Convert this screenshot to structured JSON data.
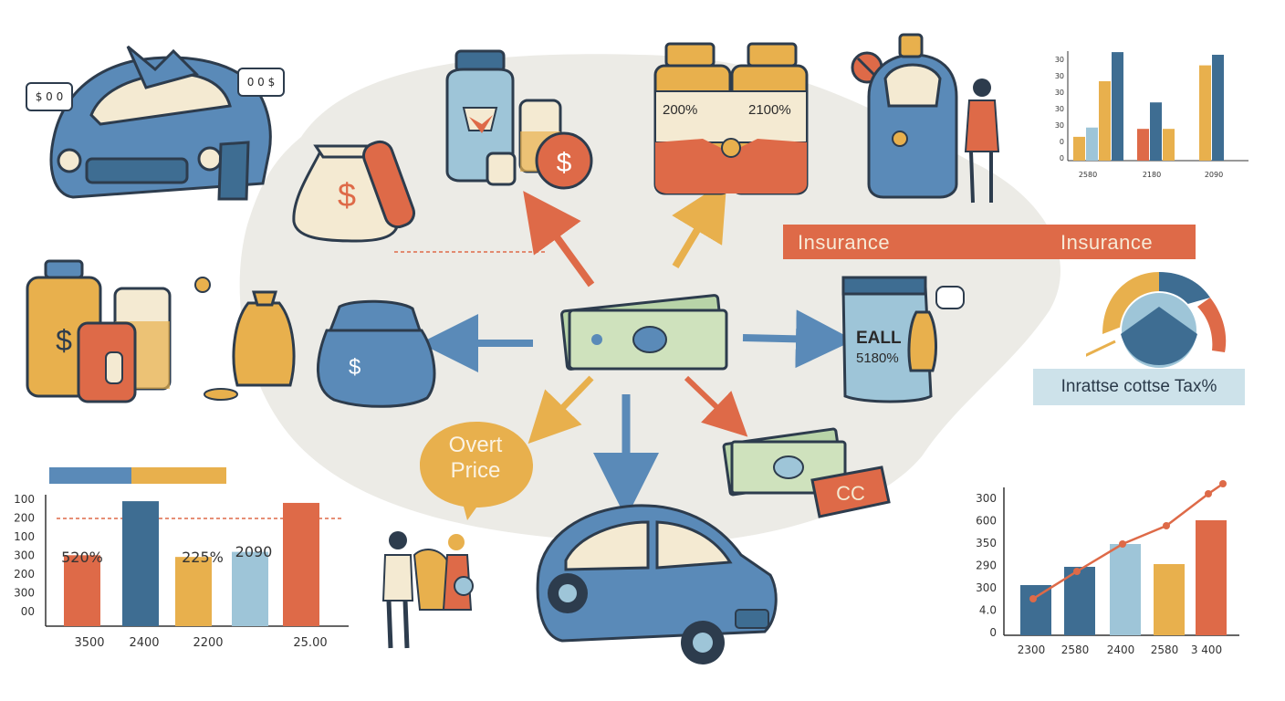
{
  "scene": {
    "center_label": "EALL",
    "center_sub": "5180%",
    "speech_left": "$ 0 0",
    "speech_right": "0 0 $",
    "currency_symbol": "$",
    "ticket_text": "CC",
    "colors": {
      "orange": "#de6a48",
      "blue": "#5a8ab8",
      "yellow": "#e8b04d",
      "lightblue": "#9ec5d8",
      "navy": "#3e6d92",
      "cream": "#f4ead2"
    }
  },
  "jars": {
    "left_pct": "200%",
    "right_pct": "2100%"
  },
  "bubble": {
    "line1": "Overt",
    "line2": "Price"
  },
  "banner": {
    "left": "Insurance",
    "right": "Insurance"
  },
  "tax_label": "Inrattse cottse Tax%",
  "charts": {
    "top_right": {
      "y_ticks": [
        "30",
        "30",
        "30",
        "30",
        "30",
        "0",
        "0"
      ],
      "x_ticks": [
        "2580",
        "2180",
        "2090"
      ]
    },
    "bottom_left": {
      "y_ticks": [
        "100",
        "200",
        "100",
        "300",
        "200",
        "300",
        "00"
      ],
      "x_ticks": [
        "3500",
        "2400",
        "2200",
        "25.00"
      ],
      "bar_labels": [
        "520%",
        "225%",
        "2090"
      ]
    },
    "bottom_right": {
      "y_ticks": [
        "300",
        "600",
        "350",
        "290",
        "300",
        "4.0",
        "0"
      ],
      "x_ticks": [
        "2300",
        "2580",
        "2400",
        "2580",
        "3 400"
      ]
    }
  },
  "chart_data": [
    {
      "type": "bar",
      "categories": [
        "2580",
        "2180",
        "2090"
      ],
      "series": [
        {
          "values": [
            10,
            30,
            45
          ]
        },
        {
          "values": [
            15,
            25,
            12
          ]
        }
      ]
    },
    {
      "type": "bar",
      "categories": [
        "3500",
        "2400",
        "2200",
        "",
        "25.00"
      ],
      "values": [
        210,
        370,
        205,
        220,
        365
      ]
    },
    {
      "type": "line",
      "x": [
        "2300",
        "2580",
        "2400",
        "2580",
        "3 400"
      ],
      "values": [
        280,
        340,
        400,
        440,
        510
      ]
    }
  ]
}
